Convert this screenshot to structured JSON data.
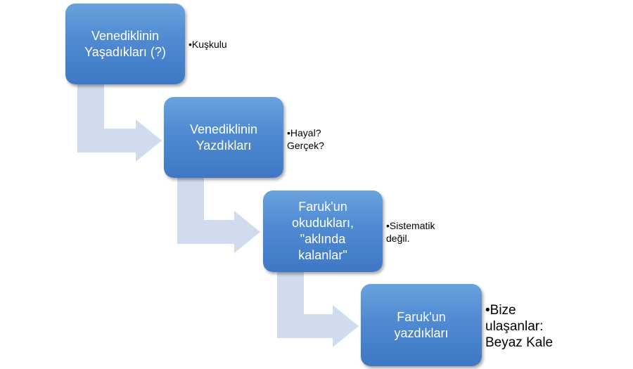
{
  "diagram": {
    "steps": [
      {
        "label": "Venediklinin\nYaşadıkları (?)",
        "note": "•Kuşkulu"
      },
      {
        "label": "Venediklinin\nYazdıkları",
        "note": "•Hayal?\n  Gerçek?"
      },
      {
        "label": "Faruk'un\nokudukları,\n\"aklında\nkalanlar\"",
        "note": "•Sistematik\n  değil."
      },
      {
        "label": "Faruk'un\nyazdıkları",
        "note": "•Bize\nulaşanlar:\nBeyaz Kale"
      }
    ],
    "colors": {
      "box": "#4f8ad2",
      "box_text": "#ffffff",
      "arrow": "#d0dcee",
      "note_text": "#000000"
    }
  }
}
